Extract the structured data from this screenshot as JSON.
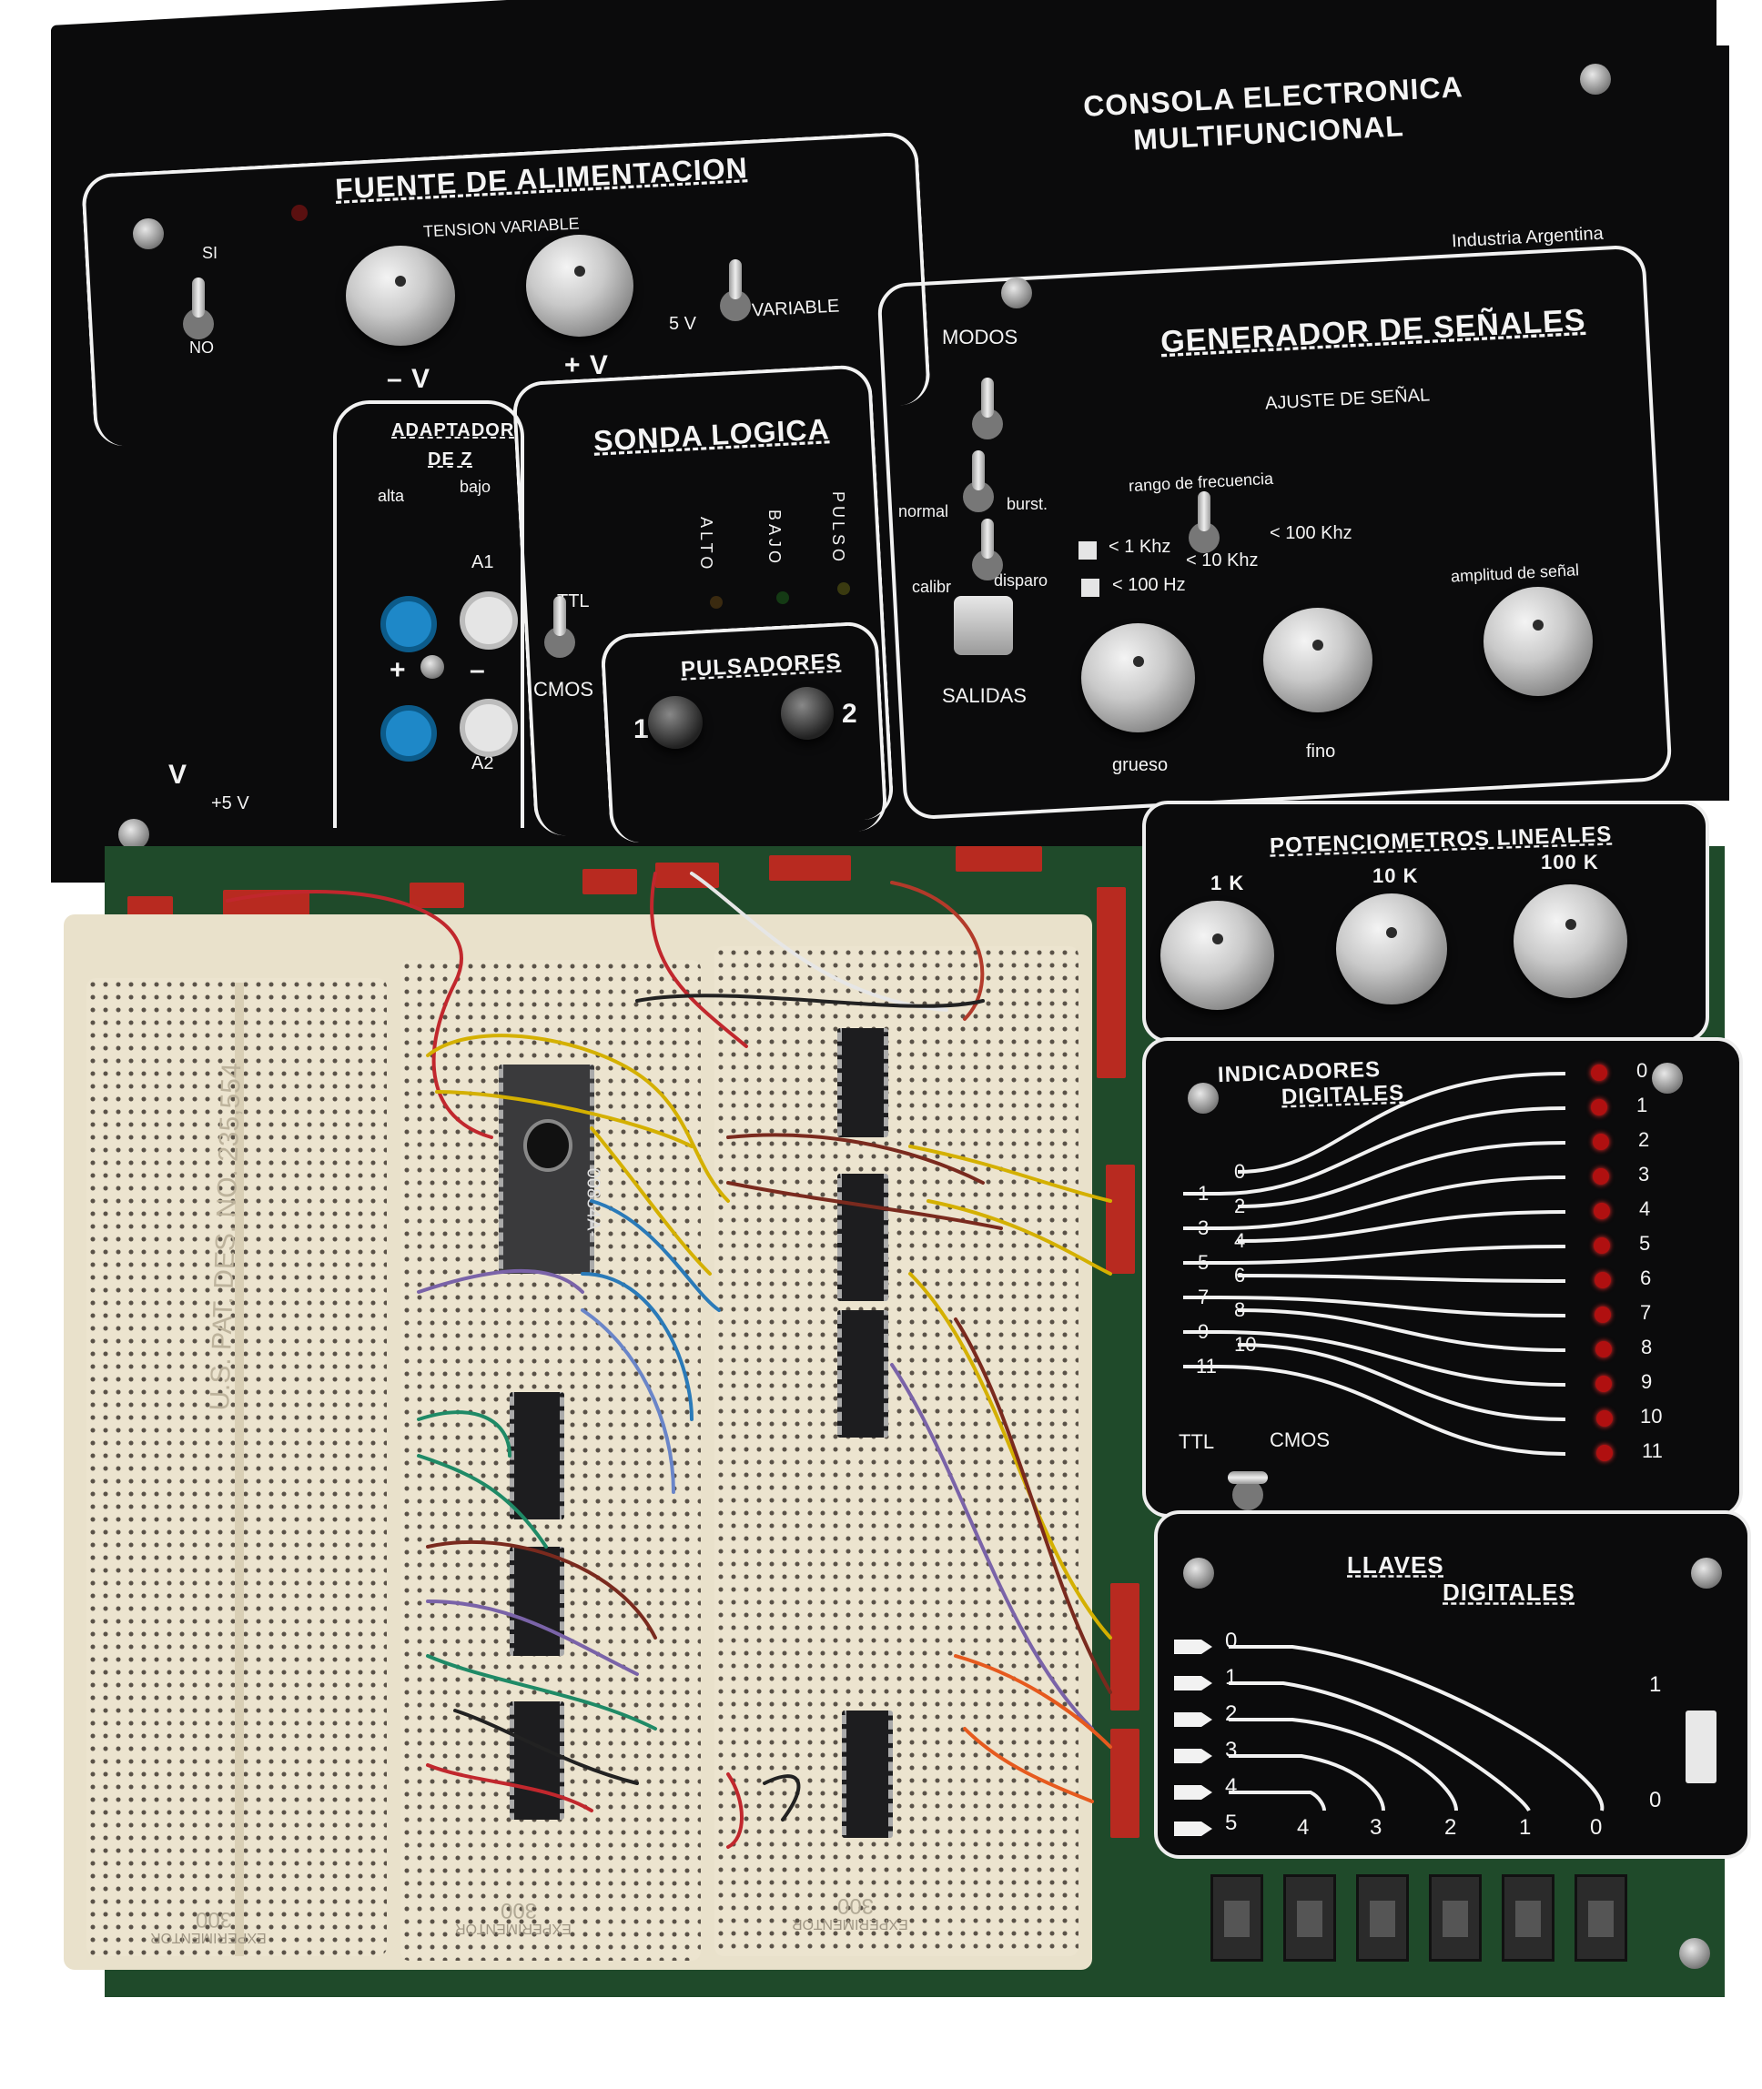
{
  "console": {
    "title_line1": "CONSOLA ELECTRONICA",
    "title_line2": "MULTIFUNCIONAL",
    "origin": "Industria Argentina"
  },
  "power": {
    "title": "FUENTE DE ALIMENTACION",
    "tension": "TENSION VARIABLE",
    "si": "SI",
    "no": "NO",
    "neg": "– V",
    "pos": "+ V",
    "five_v": "5 V",
    "variable": "VARIABLE",
    "bottom_v": "V",
    "bottom_plus5": "+5 V"
  },
  "adapter": {
    "title_line1": "ADAPTADOR",
    "title_line2": "DE Z",
    "alta": "alta",
    "bajo": "bajo",
    "a1": "A1",
    "a2": "A2",
    "plus": "+",
    "minus": "–"
  },
  "probe": {
    "title": "SONDA LOGICA",
    "alto": "ALTO",
    "bajo": "BAJO",
    "pulso": "PULSO",
    "ttl": "TTL",
    "cmos": "CMOS"
  },
  "pushbuttons": {
    "title": "PULSADORES",
    "one": "1",
    "two": "2"
  },
  "generator": {
    "modes": "MODOS",
    "title": "GENERADOR DE SEÑALES",
    "adjust": "AJUSTE DE SEÑAL",
    "normal": "normal",
    "burst": "burst.",
    "calibr": "calibr",
    "disparo": "disparo",
    "range": "rango de frecuencia",
    "r1": "< 1 Khz",
    "r2": "< 100 Hz",
    "r3": "< 10 Khz",
    "r4": "< 100 Khz",
    "amplitude": "amplitud de señal",
    "coarse": "grueso",
    "fine": "fino",
    "outputs": "SALIDAS"
  },
  "pots": {
    "title": "POTENCIOMETROS LINEALES",
    "p1": "1 K",
    "p2": "10 K",
    "p3": "100 K"
  },
  "indicators": {
    "title_line1": "INDICADORES",
    "title_line2": "DIGITALES",
    "left_labels": [
      "0",
      "1",
      "2",
      "3",
      "4",
      "5",
      "6",
      "7",
      "8",
      "9",
      "10",
      "11"
    ],
    "right_labels": [
      "0",
      "1",
      "2",
      "3",
      "4",
      "5",
      "6",
      "7",
      "8",
      "9",
      "10",
      "11"
    ],
    "ttl": "TTL",
    "cmos": "CMOS"
  },
  "keys": {
    "title_line1": "LLAVES",
    "title_line2": "DIGITALES",
    "left_labels": [
      "0",
      "1",
      "2",
      "3",
      "4",
      "5"
    ],
    "bottom_labels": [
      "4",
      "3",
      "2",
      "1",
      "0"
    ],
    "switch_top": "1",
    "switch_bottom": "0"
  },
  "breadboard": {
    "label": "EXPERIMENTOR",
    "model": "300",
    "patent": "U.S. PAT. DES. NO. 235,554",
    "chip_main": "00834A-"
  }
}
